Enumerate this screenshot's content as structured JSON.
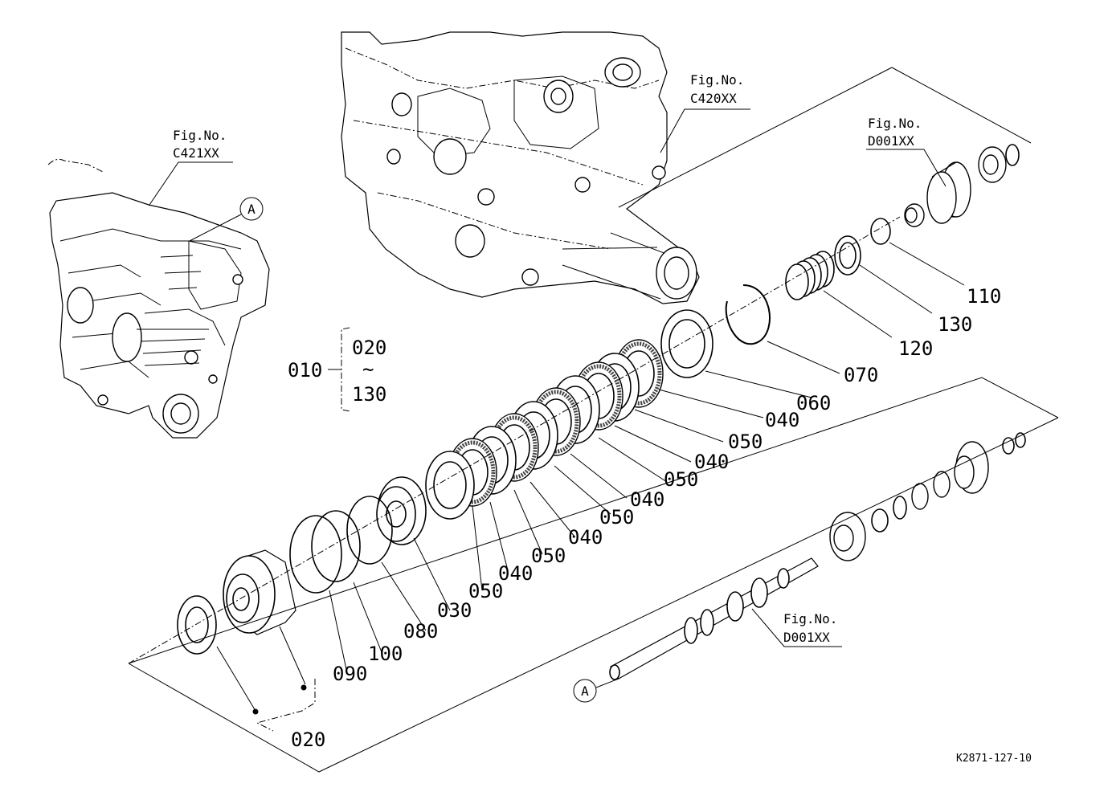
{
  "figure_refs": {
    "left_housing": {
      "title": "Fig.No.",
      "code": "C421XX"
    },
    "center_housing": {
      "title": "Fig.No.",
      "code": "C420XX"
    },
    "gear_upper": {
      "title": "Fig.No.",
      "code": "D001XX"
    },
    "shaft_lower": {
      "title": "Fig.No.",
      "code": "D001XX"
    }
  },
  "callouts": {
    "ref_a_top": "A",
    "ref_a_bottom": "A"
  },
  "assembly_group": {
    "parent": "010",
    "from": "020",
    "tilde": "~",
    "to": "130"
  },
  "part_labels": {
    "p110": "110",
    "p130": "130",
    "p120": "120",
    "p070": "070",
    "p060": "060",
    "p040_a": "040",
    "p050_a": "050",
    "p040_b": "040",
    "p050_b": "050",
    "p040_c": "040",
    "p050_c": "050",
    "p040_d": "040",
    "p050_d": "050",
    "p040_e": "040",
    "p050_e": "050",
    "p030": "030",
    "p080": "080",
    "p100": "100",
    "p090": "090",
    "p020": "020"
  },
  "drawing_number": "K2871-127-10"
}
